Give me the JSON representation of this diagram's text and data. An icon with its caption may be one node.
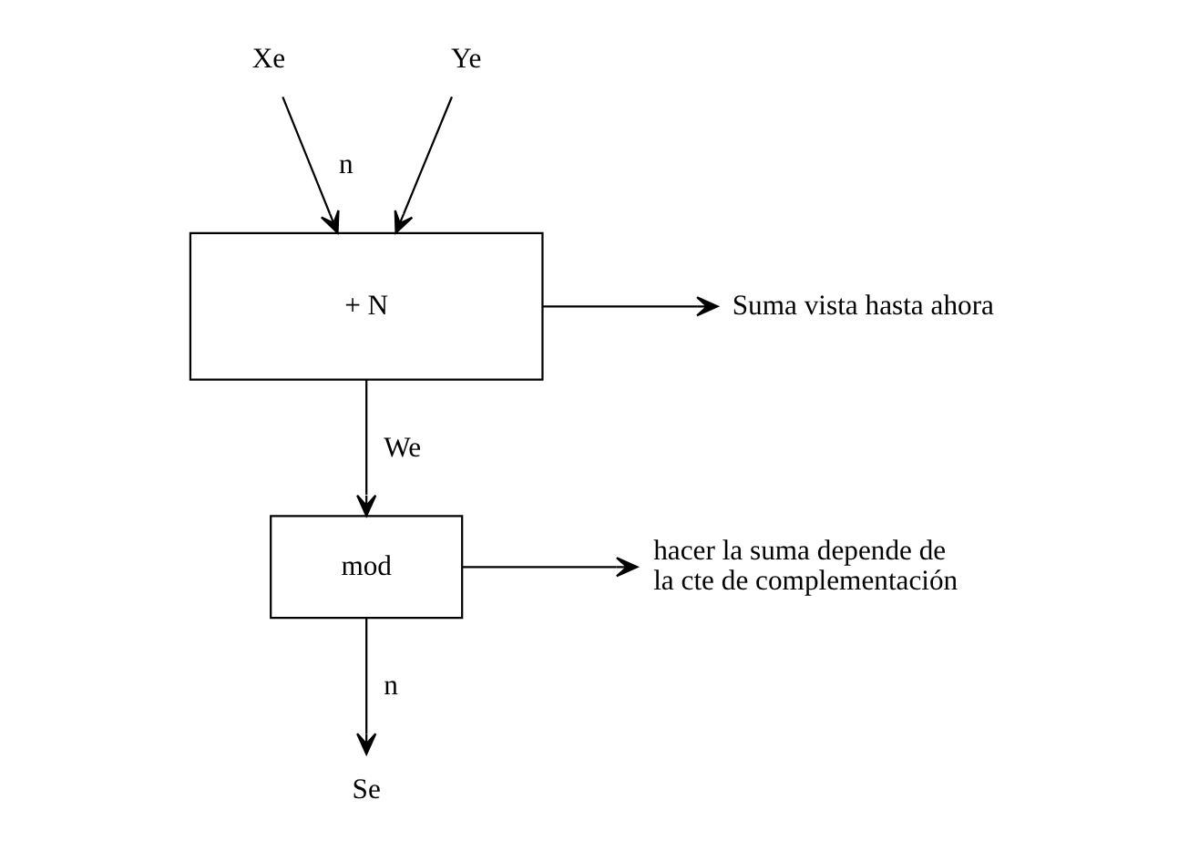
{
  "diagram": {
    "nodes": [
      {
        "text": [
          "Xe"
        ]
      },
      {
        "text": [
          "Ye"
        ]
      },
      {
        "text": [
          "+ N"
        ]
      },
      {
        "text": [
          "mod"
        ]
      },
      {
        "text": [
          "Se"
        ]
      },
      {
        "text": [
          "Suma vista hasta ahora"
        ]
      },
      {
        "text": [
          "hacer la suma depende de la cte de complementación"
        ]
      }
    ],
    "edges": [
      {
        "from": 0,
        "to": 2,
        "arrow": "to",
        "label": "n"
      },
      {
        "from": 1,
        "to": 2,
        "arrow": "to"
      },
      {
        "from": 2,
        "to": 3,
        "arrow": "to",
        "label": "We"
      },
      {
        "from": 3,
        "to": 4,
        "arrow": "to",
        "label": "n"
      },
      {
        "from": 2,
        "to": 5,
        "arrow": "to"
      },
      {
        "from": 3,
        "to": 6,
        "arrow": "to"
      }
    ]
  }
}
